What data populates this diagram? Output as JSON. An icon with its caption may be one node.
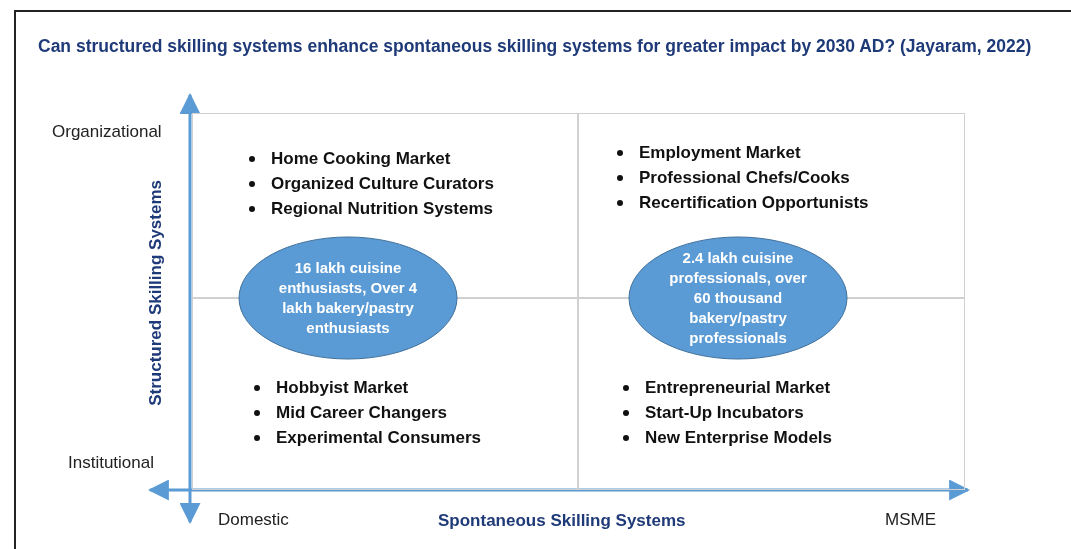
{
  "diagram": {
    "title": "Can structured skilling systems enhance spontaneous skilling systems for greater impact by 2030 AD? (Jayaram, 2022)",
    "nodes": [
      {
        "text": [
          "Home Cooking Market",
          "Organized Culture Curators",
          "Regional Nutrition Systems"
        ]
      },
      {
        "text": [
          "Employment Market",
          "Professional Chefs/Cooks",
          "Recertification Opportunists"
        ]
      },
      {
        "text": [
          "Hobbyist Market",
          "Mid Career Changers",
          "Experimental Consumers"
        ]
      },
      {
        "text": [
          "Entrepreneurial Market",
          "Start-Up Incubators",
          "New Enterprise Models"
        ]
      },
      {
        "text": [
          "16 lakh cuisine enthusiasts, Over 4 lakh bakery/pastry enthusiasts"
        ]
      },
      {
        "text": [
          "2.4 lakh cuisine professionals, over 60 thousand bakery/pastry professionals"
        ]
      }
    ],
    "labels": [
      "Organizational",
      "Structured Skilling Systems",
      "Institutional",
      "Domestic",
      "Spontaneous Skilling Systems",
      "MSME"
    ]
  }
}
